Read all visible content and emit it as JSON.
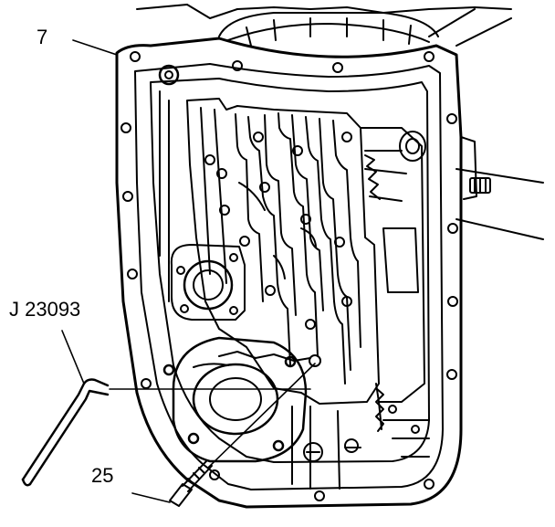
{
  "labels": {
    "housing": "7",
    "tool": "J 23093",
    "bolt": "25"
  },
  "colors": {
    "line": "#000000",
    "background": "#ffffff"
  }
}
